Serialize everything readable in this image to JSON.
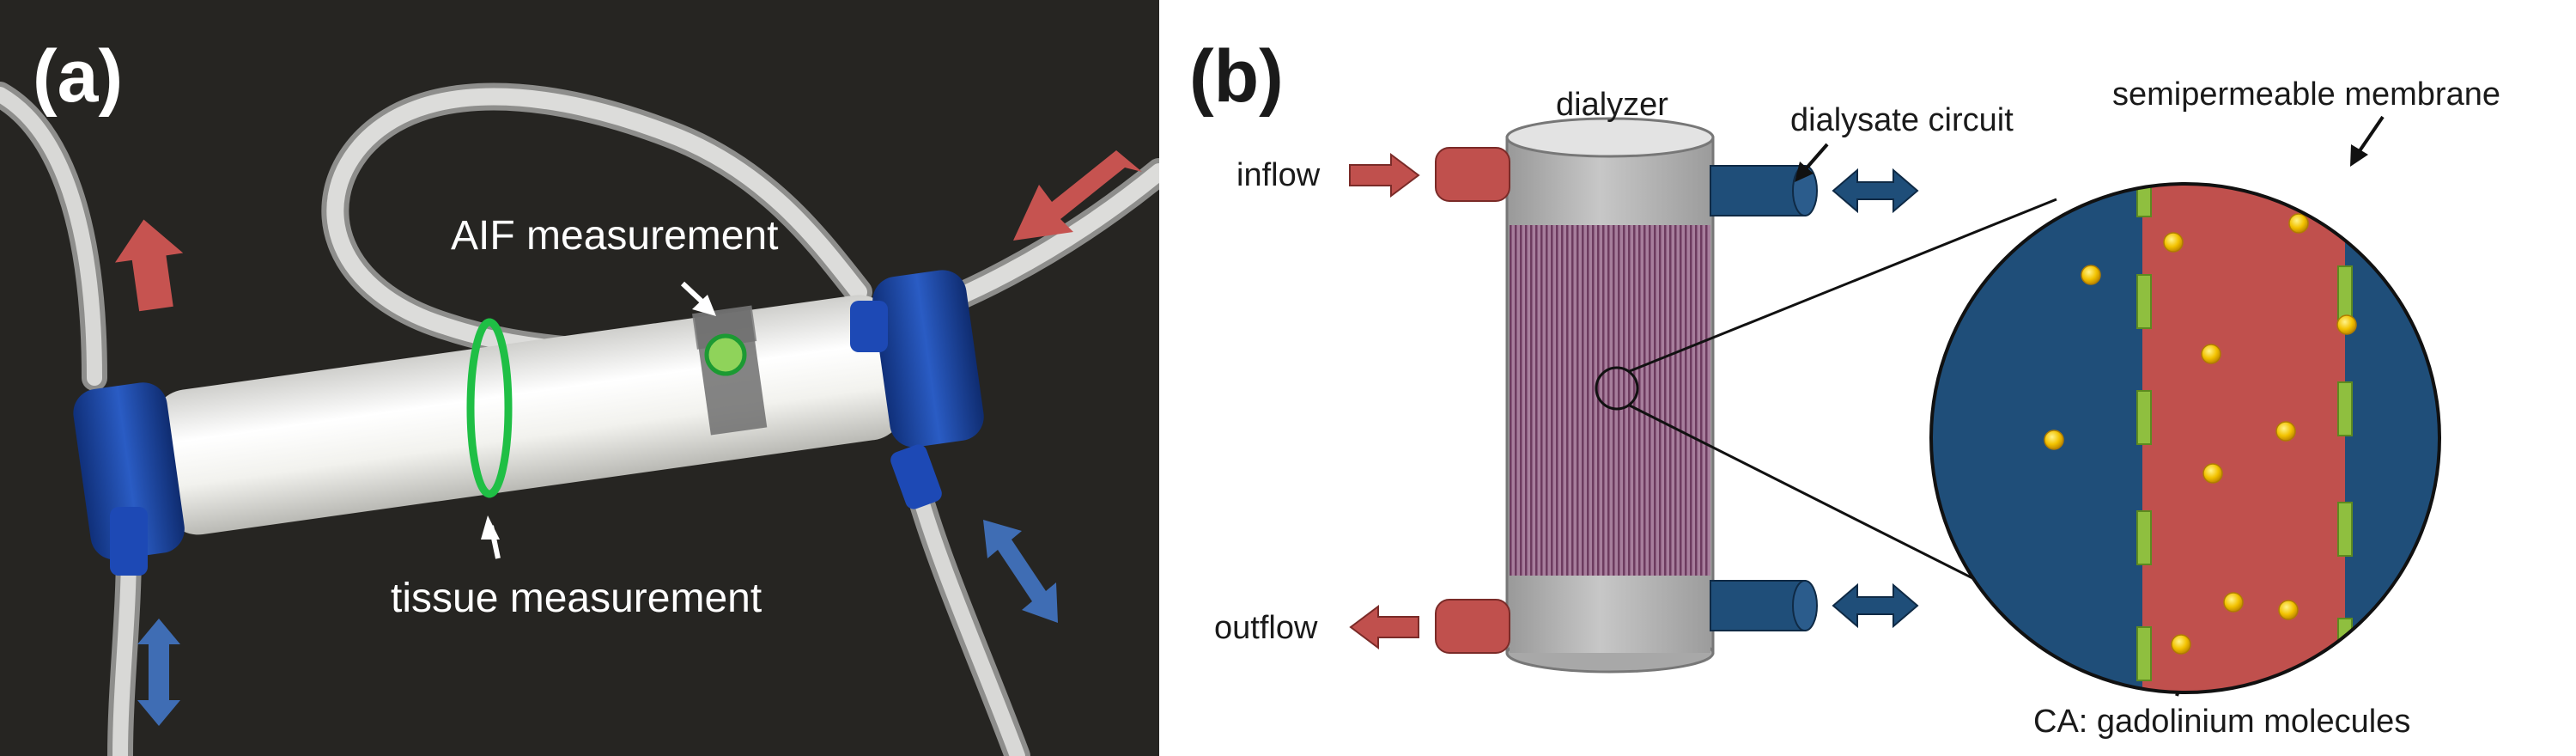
{
  "colors": {
    "photo_background": "#2a2926",
    "blood_red": "#c0504d",
    "dialysate_blue": "#1f4e79",
    "membrane_green": "#8fbf3f",
    "gadolinium_yellow": "#f2c200",
    "measurement_green": "#2db34a",
    "dialyzer_grey": "#b4b4b4",
    "fiber_purple": "#8c5a7e"
  },
  "panel_a": {
    "tag": "(a)",
    "aif_label": "AIF measurement",
    "tissue_label": "tissue measurement"
  },
  "panel_b": {
    "tag": "(b)",
    "dialyzer_label": "dialyzer",
    "dialysate_label": "dialysate circuit",
    "inflow_label": "inflow",
    "outflow_label": "outflow",
    "membrane_label": "semipermeable membrane",
    "ca_label": "CA: gadolinium molecules"
  },
  "icons": {
    "flow_in": "red-right-arrow-icon",
    "flow_out": "red-left-arrow-icon",
    "dialysate_flow": "blue-double-arrow-icon",
    "photo_flow_red": "red-arrow-icon",
    "photo_flow_blue": "blue-double-arrow-icon"
  }
}
